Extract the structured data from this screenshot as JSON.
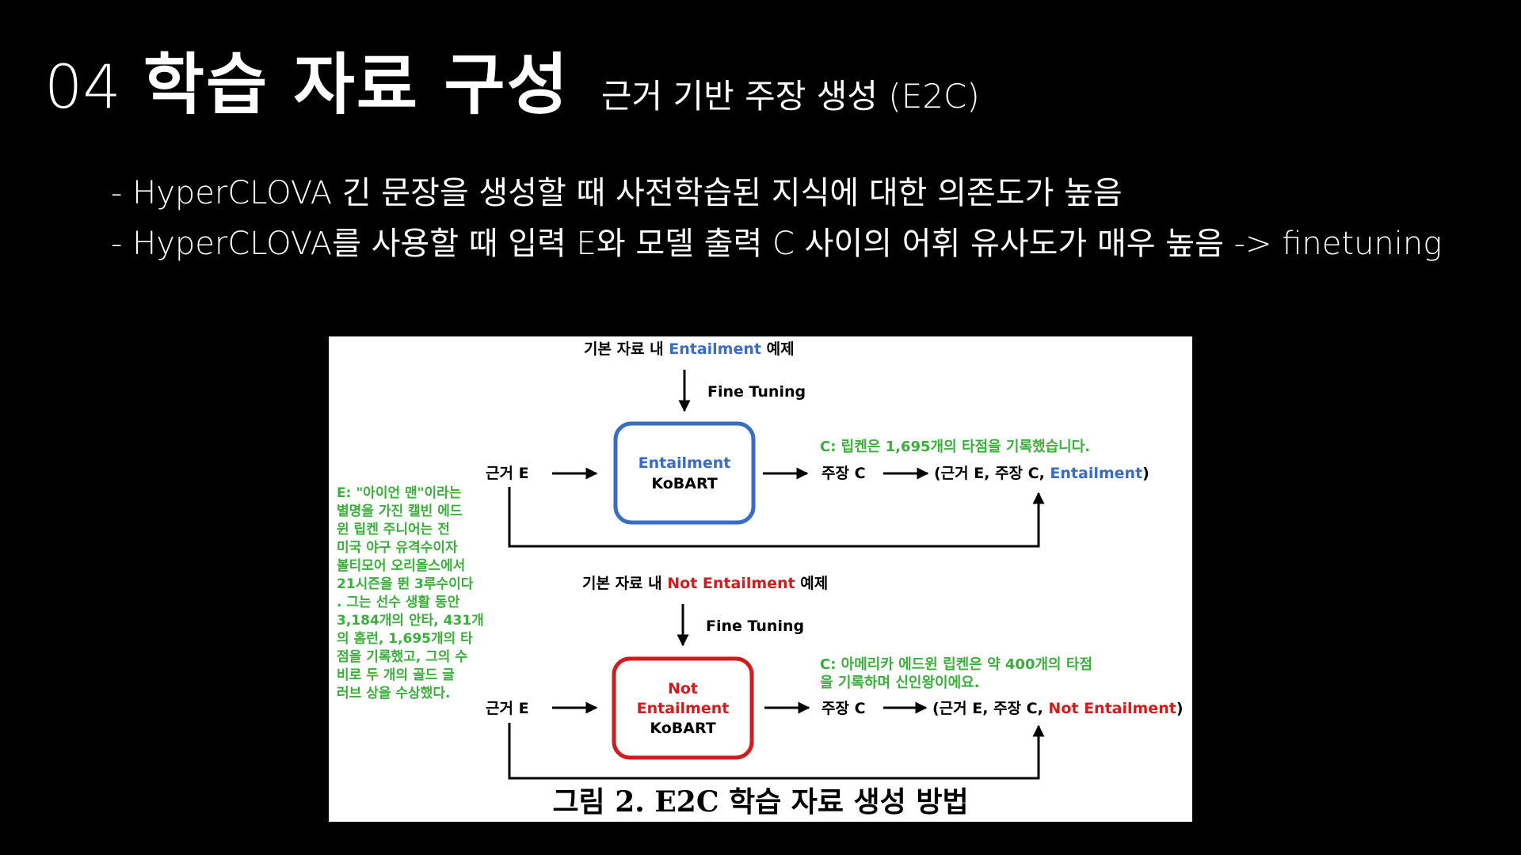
{
  "header": {
    "number": "04",
    "title": "학습 자료 구성",
    "subtitle": "근거 기반 주장 생성 (E2C)"
  },
  "bullets": [
    "- HyperCLOVA 긴 문장을 생성할 때 사전학습된 지식에 대한 의존도가 높음",
    "- HyperCLOVA를 사용할 때 입력 E와 모델 출력 C 사이의 어휘 유사도가 매우 높음 -> finetuning"
  ],
  "figure": {
    "colors": {
      "blue": "#3a6cc4",
      "red": "#d01c1c",
      "green": "#3cae3c",
      "black": "#000000"
    },
    "top": {
      "header_prefix": "기본 자료 내 ",
      "header_highlight": "Entailment",
      "header_suffix": " 예제",
      "fine_tuning": "Fine Tuning",
      "input": "근거 E",
      "model_line1": "Entailment",
      "model_line2": "KoBART",
      "output": "주장 C",
      "result_prefix": "(근거 E, 주장 C, ",
      "result_label": "Entailment",
      "result_suffix": ")",
      "example_c": "C: 립켄은 1,695개의 타점을 기록했습니다."
    },
    "bottom": {
      "header_prefix": "기본 자료 내 ",
      "header_highlight": "Not Entailment",
      "header_suffix": " 예제",
      "fine_tuning": "Fine Tuning",
      "input": "근거 E",
      "model_line1": "Not",
      "model_line2": "Entailment",
      "model_line3": "KoBART",
      "output": "주장 C",
      "result_prefix": "(근거 E, 주장 C, ",
      "result_label": "Not Entailment",
      "result_suffix": ")",
      "example_c_lines": [
        "C: 아메리카 에드윈 립켄은 약 400개의 타점",
        "을 기록하며 신인왕이에요."
      ]
    },
    "evidence_lines": [
      "E: \"아이언 맨\"이라는",
      "별명을 가진 캘빈 에드",
      "윈 립켄 주니어는 전",
      "미국 야구 유격수이자",
      "볼티모어 오리올스에서",
      "21시즌을 뛴 3루수이다",
      ". 그는 선수 생활 동안",
      "3,184개의 안타, 431개",
      "의 홈런, 1,695개의 타",
      "점을 기록했고, 그의 수",
      "비로 두 개의 골드 글",
      "러브 상을 수상했다."
    ],
    "caption": "그림 2. E2C 학습 자료 생성 방법"
  }
}
